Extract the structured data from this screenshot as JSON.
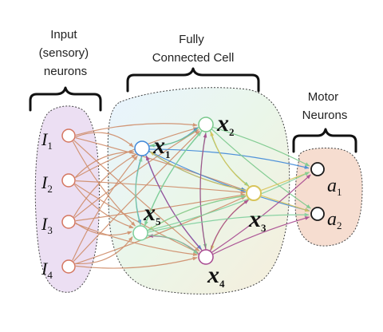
{
  "labels": {
    "input": [
      "Input",
      "(sensory)",
      "neurons"
    ],
    "cell": [
      "Fully",
      "Connected Cell"
    ],
    "motor": [
      "Motor",
      "Neurons"
    ]
  },
  "nodes": {
    "inputs": [
      {
        "letter": "I",
        "sub": "1"
      },
      {
        "letter": "I",
        "sub": "2"
      },
      {
        "letter": "I",
        "sub": "3"
      },
      {
        "letter": "I",
        "sub": "4"
      }
    ],
    "inter": [
      {
        "letter": "x",
        "sub": "1"
      },
      {
        "letter": "x",
        "sub": "2"
      },
      {
        "letter": "x",
        "sub": "3"
      },
      {
        "letter": "x",
        "sub": "4"
      },
      {
        "letter": "x",
        "sub": "5"
      }
    ],
    "motor": [
      {
        "letter": "a",
        "sub": "1"
      },
      {
        "letter": "a",
        "sub": "2"
      }
    ]
  },
  "colors": {
    "input_region": "#ecdff3",
    "cell_region": "#e3f1ec",
    "motor_region": "#f6ddd0",
    "input_edges": "#cf8c69",
    "x1_edges": "#3f88d8",
    "x2_edges": "#78c88a",
    "x3_edges": "#d8c45a",
    "x4_edges": "#a6478f",
    "x5_edges": "#7fcf9c",
    "input_node": "#d4765f",
    "motor_node": "#1a1a1a"
  },
  "icons": [
    "left-brace-icon",
    "center-brace-icon",
    "right-brace-icon"
  ]
}
